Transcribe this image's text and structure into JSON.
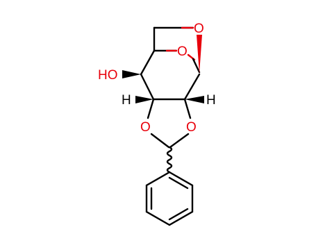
{
  "diagram": {
    "type": "chemical-structure",
    "colors": {
      "bond": "#000000",
      "oxygen": "#e8000b",
      "hydrogen": "#000000",
      "background": "#ffffff"
    },
    "labels": {
      "o_bridge_top": "O",
      "o_ring": "O",
      "hydroxyl": "HO",
      "h_left": "H",
      "h_right": "H",
      "o_dioxolane_left": "O",
      "o_dioxolane_right": "O"
    }
  }
}
